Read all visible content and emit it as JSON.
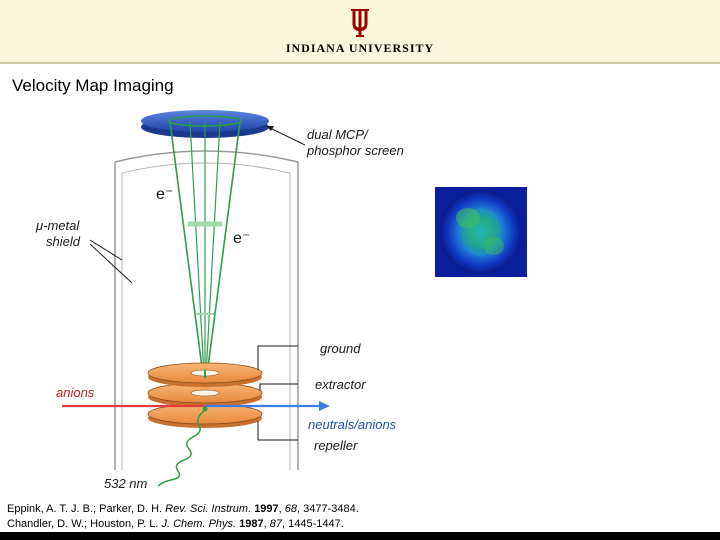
{
  "header": {
    "university": "INDIANA UNIVERSITY",
    "logo_color": "#990000"
  },
  "title": "Velocity Map Imaging",
  "labels": {
    "mcp_line1": "dual MCP/",
    "mcp_line2": "phosphor screen",
    "electron1": "e⁻",
    "electron2": "e⁻",
    "shield_line1": "μ-metal",
    "shield_line2": "shield",
    "ground": "ground",
    "extractor": "extractor",
    "anions": "anions",
    "neutrals": "neutrals/anions",
    "repeller": "repeller",
    "laser": "532 nm"
  },
  "references": [
    {
      "authors": "Eppink, A. T. J. B.; Parker, D. H. ",
      "journal": "Rev. Sci. Instrum.",
      "year": "1997",
      "volume": "68",
      "pages": ", 3477-3484."
    },
    {
      "authors": "Chandler, D. W.; Houston, P. L. ",
      "journal": "J. Chem. Phys.",
      "year": "1987",
      "volume": "87",
      "pages": ", 1445-1447."
    }
  ],
  "colors": {
    "plate": "#f4a460",
    "mcp": "#3a63c8",
    "beam": "#2e9e4a",
    "ion_beam": "#e23b3b",
    "neutral_beam": "#3b7de2"
  }
}
